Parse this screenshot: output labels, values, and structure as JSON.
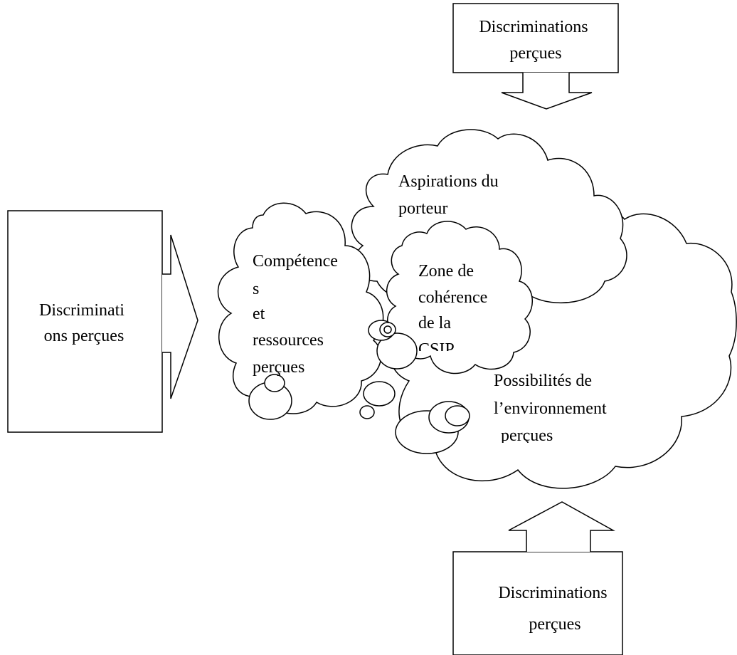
{
  "boxes": {
    "top": {
      "lines": [
        "Discriminations",
        "perçues"
      ]
    },
    "left": {
      "lines": [
        "Discriminati",
        "ons perçues"
      ]
    },
    "bottom": {
      "lines": [
        "Discriminations",
        "perçues"
      ]
    }
  },
  "clouds": {
    "competences": {
      "lines": [
        "Compétence",
        "s",
        "et",
        "ressources",
        "perçues"
      ]
    },
    "aspirations": {
      "lines": [
        "Aspirations du",
        "porteur"
      ]
    },
    "zone": {
      "lines": [
        "Zone de",
        "cohérence",
        "de la",
        "CSIP"
      ]
    },
    "possibilites": {
      "lines": [
        "Possibilités de",
        "l’environnement",
        "perçues"
      ]
    }
  }
}
